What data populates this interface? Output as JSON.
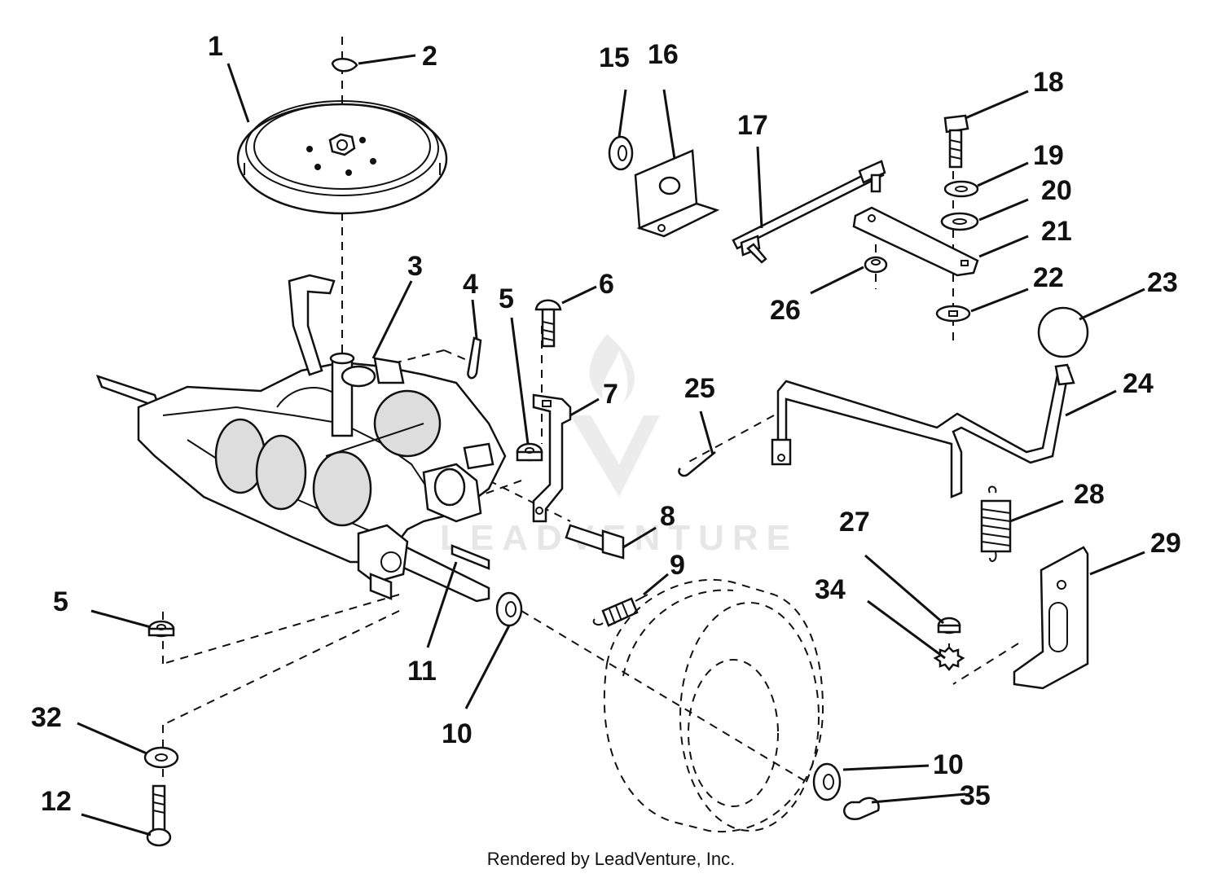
{
  "footer": {
    "text": "Rendered by LeadVenture, Inc."
  },
  "watermark": {
    "text": "LEADVENTURE"
  },
  "callouts": {
    "c1": "1",
    "c2": "2",
    "c3": "3",
    "c4": "4",
    "c5a": "5",
    "c5b": "5",
    "c6": "6",
    "c7": "7",
    "c8": "8",
    "c9": "9",
    "c10a": "10",
    "c10b": "10",
    "c11": "11",
    "c12": "12",
    "c15": "15",
    "c16": "16",
    "c17": "17",
    "c18": "18",
    "c19": "19",
    "c20": "20",
    "c21": "21",
    "c22": "22",
    "c23": "23",
    "c24": "24",
    "c25": "25",
    "c26": "26",
    "c27": "27",
    "c28": "28",
    "c29": "29",
    "c32": "32",
    "c34": "34",
    "c35": "35"
  },
  "colors": {
    "line": "#111111",
    "background": "#ffffff",
    "watermark": "#e6e6e6"
  }
}
